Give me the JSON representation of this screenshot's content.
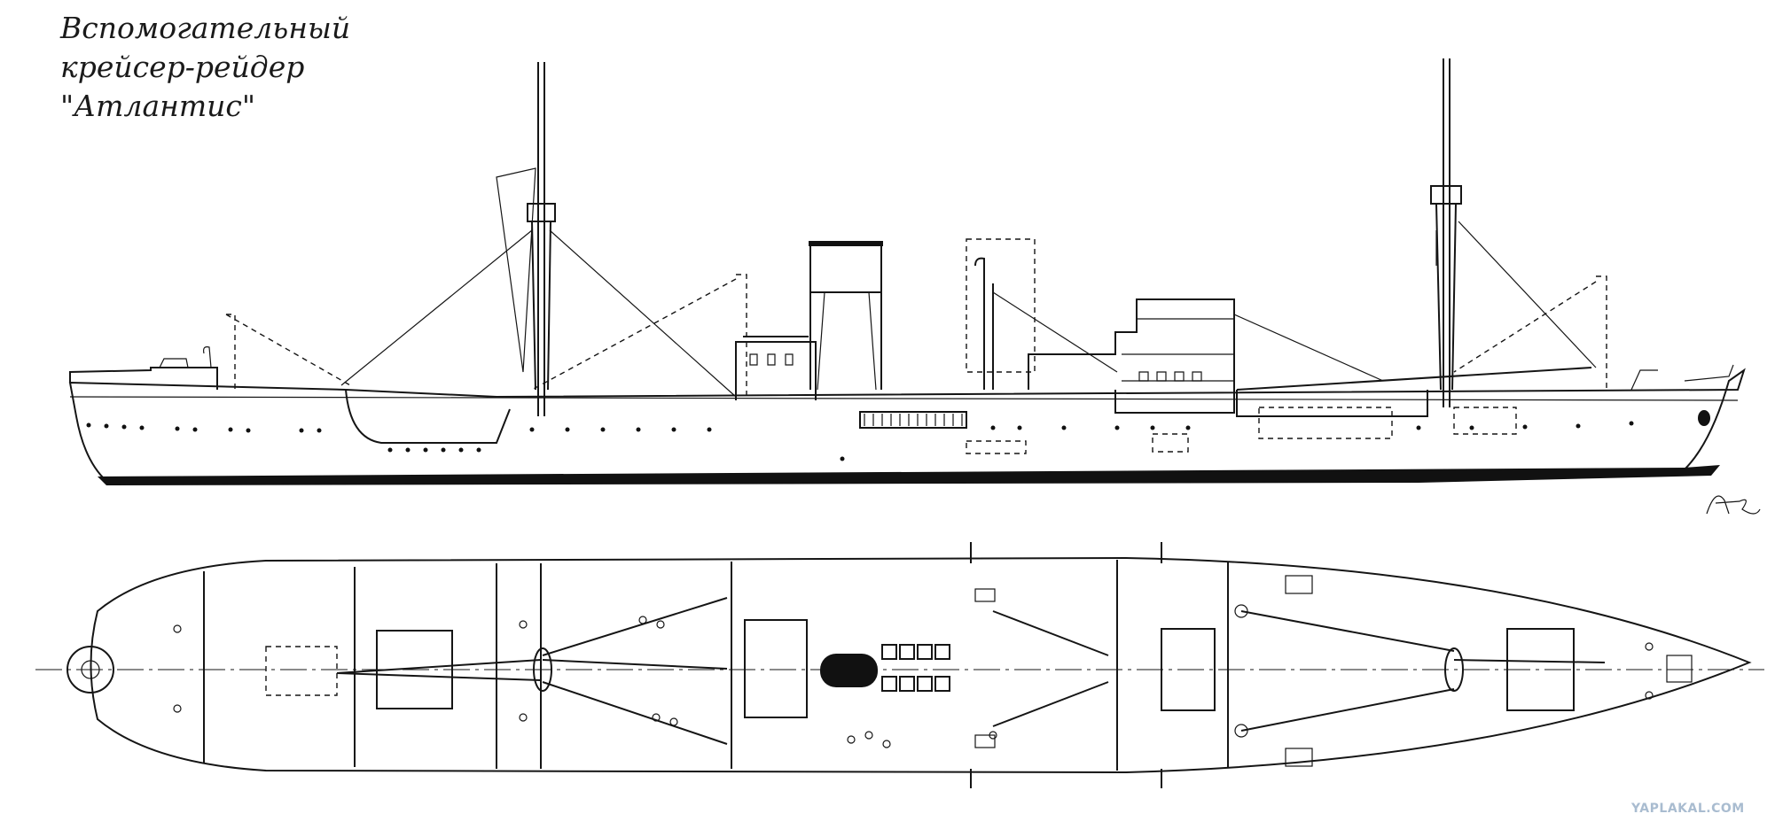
{
  "title": {
    "line1": "Вспомогательный",
    "line2": "крейсер-рейдер",
    "line3": "\"Атлантис\""
  },
  "signature": "А-Ю",
  "watermark": "YAPLAKAL.COM"
}
